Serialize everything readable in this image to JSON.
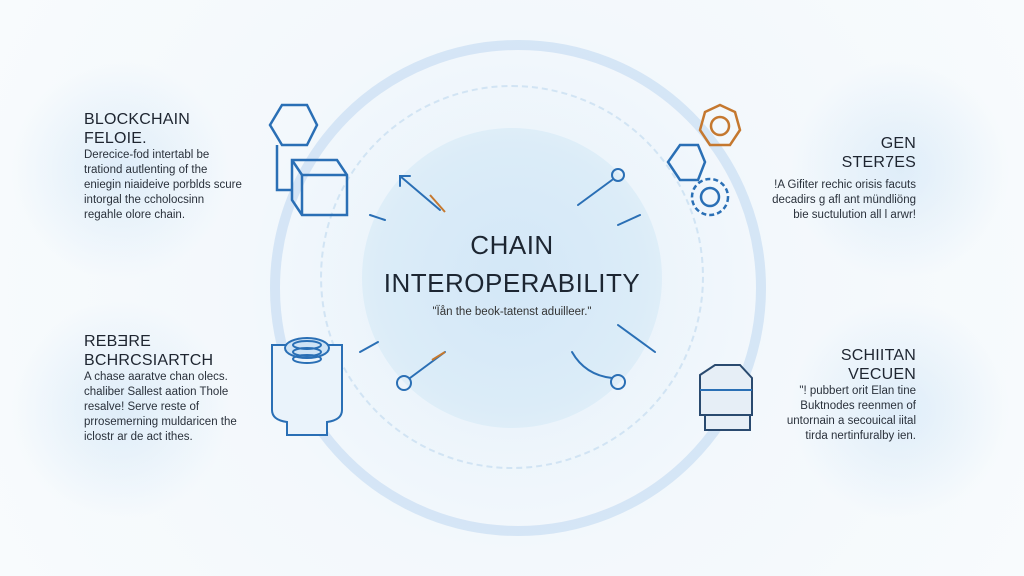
{
  "center": {
    "title_line1": "CHAIN",
    "title_line2": "INTEROPERABILITY",
    "subtitle": "\"Ïån the beok-tatenst aduilleer.\""
  },
  "panels": [
    {
      "title_line1": "BLOCKCHAIN",
      "title_line2": "FELOIE.",
      "lines": [
        "Derecice-fod intertabl be",
        "trationd autlenting of the",
        "eniegin niaideive porblds scure",
        "intorgal the ccholocsinn",
        "regahle olore chain."
      ]
    },
    {
      "title_line1": "GEN",
      "title_line2": "STER7ES",
      "lines": [
        "!A Gifiter rechic orisis facuts",
        "decadirs g afl ant mündliöng",
        "bie suctulution all l arwr!"
      ]
    },
    {
      "title_line1": "REBƎRE",
      "title_line2": "BCHRCSIARTCH",
      "lines": [
        "A chase aaratve chan olecs.",
        "chaliber Sallest aation Thole",
        "resalve! Serve reste of",
        "prrosemerning muldaricen the",
        "iclostr ar de act ithes."
      ]
    },
    {
      "title_line1": "SCHIITAN",
      "title_line2": "VECUEN",
      "lines": [
        "\"! pubbert orit Elan tine",
        "Buktnodes reenmen of",
        "untornain a secouical iital",
        "tirda nertinfuralby ien."
      ]
    }
  ],
  "colors": {
    "accent_blue": "#2a6fb5",
    "accent_orange": "#c5782f",
    "background": "#f3f8fc"
  }
}
